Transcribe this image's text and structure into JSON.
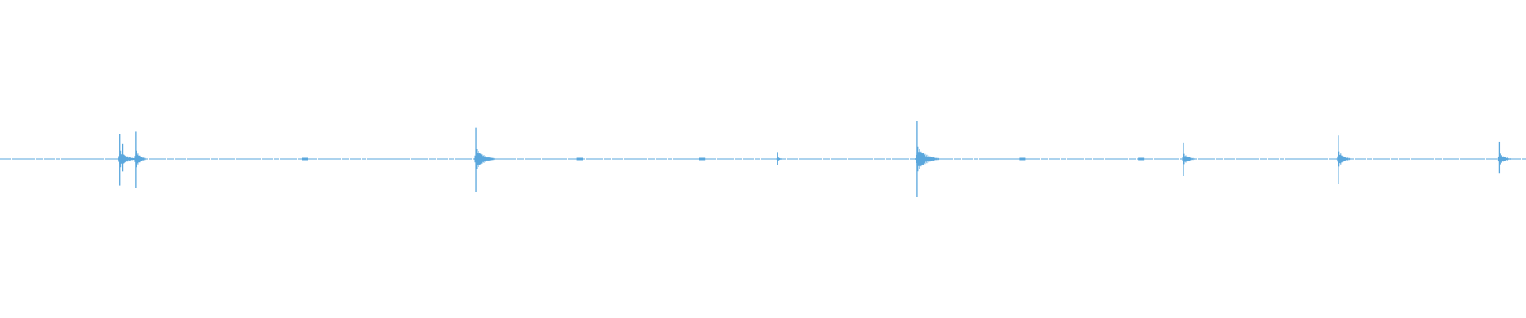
{
  "waveform": {
    "color": "#5aa7dd",
    "background": "#ffffff",
    "duration_fraction_markers": "none",
    "transients": [
      {
        "at": 0.0785,
        "peak_up": 0.66,
        "peak_down": 0.7,
        "decay": 0.01,
        "secondary": [
          {
            "at": 0.0805,
            "peak_up": 0.4,
            "peak_down": 0.32
          },
          {
            "at": 0.089,
            "peak_up": 0.72,
            "peak_down": 0.75
          }
        ]
      },
      {
        "at": 0.312,
        "peak_up": 0.82,
        "peak_down": 0.86,
        "decay": 0.012,
        "secondary": []
      },
      {
        "at": 0.5095,
        "peak_up": 0.18,
        "peak_down": 0.15,
        "decay": 0.004,
        "secondary": []
      },
      {
        "at": 0.601,
        "peak_up": 1.0,
        "peak_down": 1.0,
        "decay": 0.014,
        "secondary": []
      },
      {
        "at": 0.7755,
        "peak_up": 0.42,
        "peak_down": 0.45,
        "decay": 0.008,
        "secondary": []
      },
      {
        "at": 0.877,
        "peak_up": 0.62,
        "peak_down": 0.66,
        "decay": 0.008,
        "secondary": []
      },
      {
        "at": 0.9825,
        "peak_up": 0.46,
        "peak_down": 0.38,
        "decay": 0.008,
        "secondary": []
      }
    ],
    "minor_blips": [
      0.2,
      0.38,
      0.46,
      0.67,
      0.748
    ]
  }
}
